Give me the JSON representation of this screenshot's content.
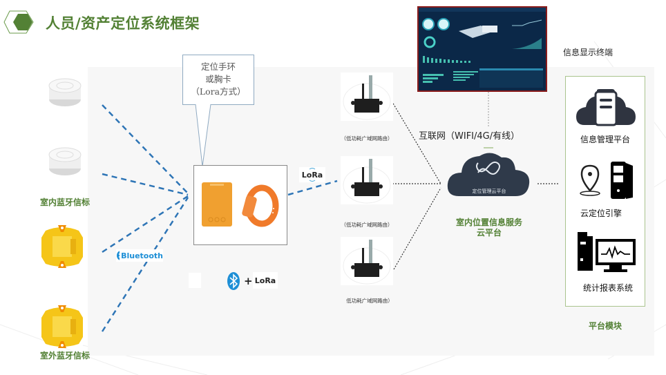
{
  "page": {
    "title": "人员/资产定位系统框架"
  },
  "beacons": {
    "indoor_label": "室内蓝牙信标",
    "outdoor_label": "室外蓝牙信标"
  },
  "protocols": {
    "bluetooth": "Bluetooth",
    "lora": "LoRa",
    "plus": "+"
  },
  "callout": {
    "line1": "定位手环",
    "line2": "或胸卡",
    "line3": "（Lora方式）"
  },
  "routers": [
    {
      "label": "（低功耗广域网路由）"
    },
    {
      "label": "（低功耗广域网路由）"
    },
    {
      "label": "低功耗广域网路由）"
    }
  ],
  "network": {
    "internet_label": "互联网（WIFI/4G/有线）"
  },
  "cloud": {
    "inner_label": "定位管理云平台",
    "service_line1": "室内位置信息服务",
    "service_line2": "云平台"
  },
  "terminal": {
    "label": "信息显示终端"
  },
  "platform": {
    "modules": [
      {
        "label": "信息管理平台",
        "icon": "cloud-server-icon"
      },
      {
        "label": "云定位引擎",
        "icon": "location-server-icon"
      },
      {
        "label": "统计报表系统",
        "icon": "statistics-monitor-icon"
      }
    ],
    "caption": "平台模块"
  },
  "colors": {
    "accent_green": "#538135",
    "link_blue": "#2e75b6",
    "cloud_dark": "#2f3a4a",
    "tag_orange": "#f0a030",
    "beacon_yellow": "#f5c518"
  }
}
